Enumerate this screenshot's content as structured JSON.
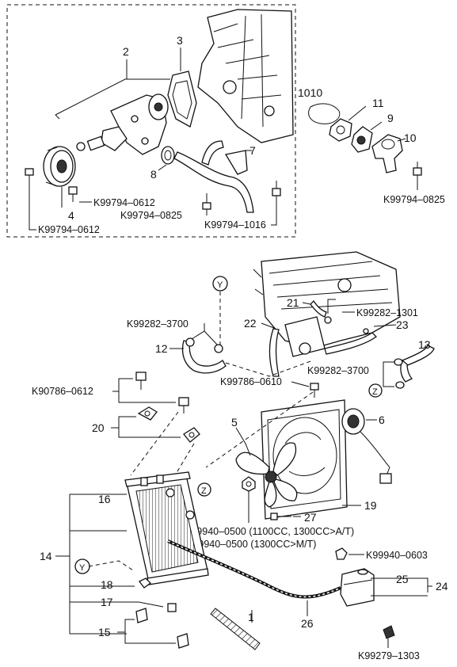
{
  "part_numbers": {
    "1": "1",
    "2": "2",
    "3": "3",
    "4": "4",
    "5": "5",
    "6": "6",
    "7": "7",
    "8": "8",
    "9": "9",
    "10": "10",
    "11": "11",
    "12": "12",
    "13": "13",
    "14": "14",
    "15": "15",
    "16": "16",
    "17": "17",
    "18": "18",
    "19": "19",
    "20": "20",
    "21": "21",
    "22": "22",
    "23": "23",
    "24": "24",
    "25": "25",
    "26": "26",
    "27": "27",
    "1010": "1010"
  },
  "codes": {
    "k99794_0612_a": "K99794–0612",
    "k99794_0612_b": "K99794–0612",
    "k99794_0825_a": "K99794–0825",
    "k99794_1016": "K99794–1016",
    "k99794_0825_b": "K99794–0825",
    "k99282_3700_a": "K99282–3700",
    "k99282_1301": "K99282–1301",
    "k99282_3700_b": "K99282–3700",
    "k99786_0610": "K99786–0610",
    "k90786_0612": "K90786–0612",
    "k99940_0500": "K99940–0500 (1100CC, 1300CC>A/T)",
    "m99940_0500": "M99940–0500 (1300CC>M/T)",
    "k99940_0603": "K99940–0603",
    "k99279_1303": "K99279–1303"
  },
  "markers": {
    "y1": "Y",
    "z1": "Z",
    "z2": "Z",
    "y2": "Y"
  }
}
